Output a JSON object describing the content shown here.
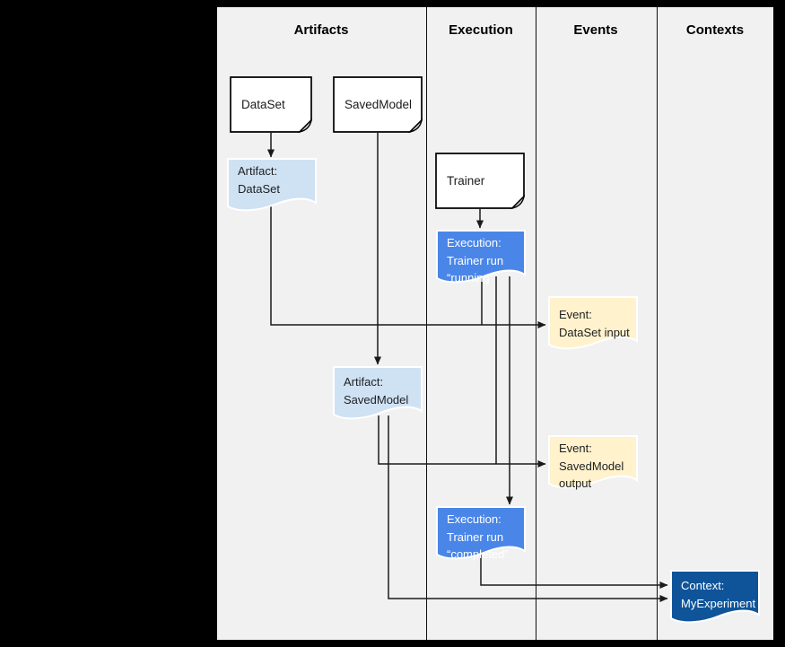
{
  "diagram": {
    "columns": [
      {
        "label": "Artifacts"
      },
      {
        "label": "Execution"
      },
      {
        "label": "Events"
      },
      {
        "label": "Contexts"
      }
    ],
    "nodes": {
      "dataset": {
        "label": "DataSet",
        "shape": "folded-page"
      },
      "savedmodel": {
        "label": "SavedModel",
        "shape": "folded-page"
      },
      "trainer": {
        "label": "Trainer",
        "shape": "folded-page"
      },
      "artifact_dataset": {
        "lines": [
          "Artifact:",
          "DataSet"
        ],
        "shape": "document-wave"
      },
      "execution_running": {
        "lines": [
          "Execution:",
          "Trainer run",
          "“running”"
        ],
        "shape": "document-wave"
      },
      "event_dataset_input": {
        "lines": [
          "Event:",
          "DataSet input"
        ],
        "shape": "document-wave"
      },
      "artifact_savedmodel": {
        "lines": [
          "Artifact:",
          "SavedModel"
        ],
        "shape": "document-wave"
      },
      "event_savedmodel_output": {
        "lines": [
          "Event:",
          "SavedModel",
          "output"
        ],
        "shape": "document-wave"
      },
      "execution_completed": {
        "lines": [
          "Execution:",
          "Trainer run",
          "“completed”"
        ],
        "shape": "document-wave"
      },
      "context_myexperiment": {
        "lines": [
          "Context:",
          "MyExperiment"
        ],
        "shape": "document-wave"
      }
    },
    "colors": {
      "canvas_background": "#000000",
      "panel_background": "#f1f1f2",
      "artifact_fill": "#cfe2f3",
      "execution_fill": "#4a86e8",
      "event_fill": "#fff2cc",
      "context_fill": "#0f5499",
      "box_fill": "#ffffff",
      "connector": "#1a1a1a"
    }
  }
}
